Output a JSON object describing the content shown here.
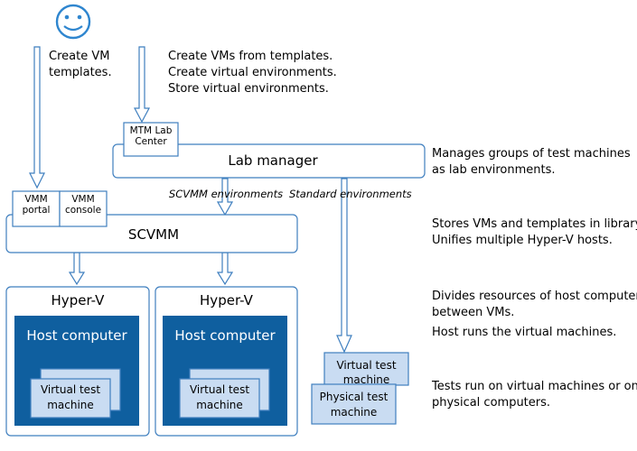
{
  "actors": {
    "user_icon": "smiley-icon",
    "create_templates": [
      "Create VM",
      "templates."
    ]
  },
  "lab_manager": {
    "tasks": [
      "Create VMs from templates.",
      "Create virtual environments.",
      "Store virtual environments."
    ],
    "mtm_lab_center": [
      "MTM Lab",
      "Center"
    ],
    "title": "Lab manager",
    "description": [
      "Manages groups of test machines",
      "as lab environments."
    ]
  },
  "environments": {
    "scvmm": "SCVMM environments",
    "standard": "Standard environments"
  },
  "scvmm": {
    "portal": [
      "VMM",
      "portal"
    ],
    "console": [
      "VMM",
      "console"
    ],
    "title": "SCVMM",
    "description": [
      "Stores VMs and templates in library.",
      "Unifies multiple Hyper-V hosts."
    ]
  },
  "hyperv": [
    {
      "title": "Hyper-V",
      "host": "Host computer",
      "vm": [
        "Virtual test",
        "machine"
      ]
    },
    {
      "title": "Hyper-V",
      "host": "Host computer",
      "vm": [
        "Virtual test",
        "machine"
      ]
    }
  ],
  "hyperv_description": [
    "Divides resources of host computer",
    "between VMs."
  ],
  "host_description": "Host runs the virtual machines.",
  "standard_machines": {
    "virtual": [
      "Virtual test",
      "machine"
    ],
    "physical": [
      "Physical test",
      "machine"
    ]
  },
  "tests_description": [
    "Tests run on virtual machines or on",
    "physical computers."
  ],
  "colors": {
    "host_fill": "#0f5f9f",
    "vm_fill": "#c9dcf2",
    "outline": "#3f7fbf",
    "icon": "#2f86cf"
  }
}
